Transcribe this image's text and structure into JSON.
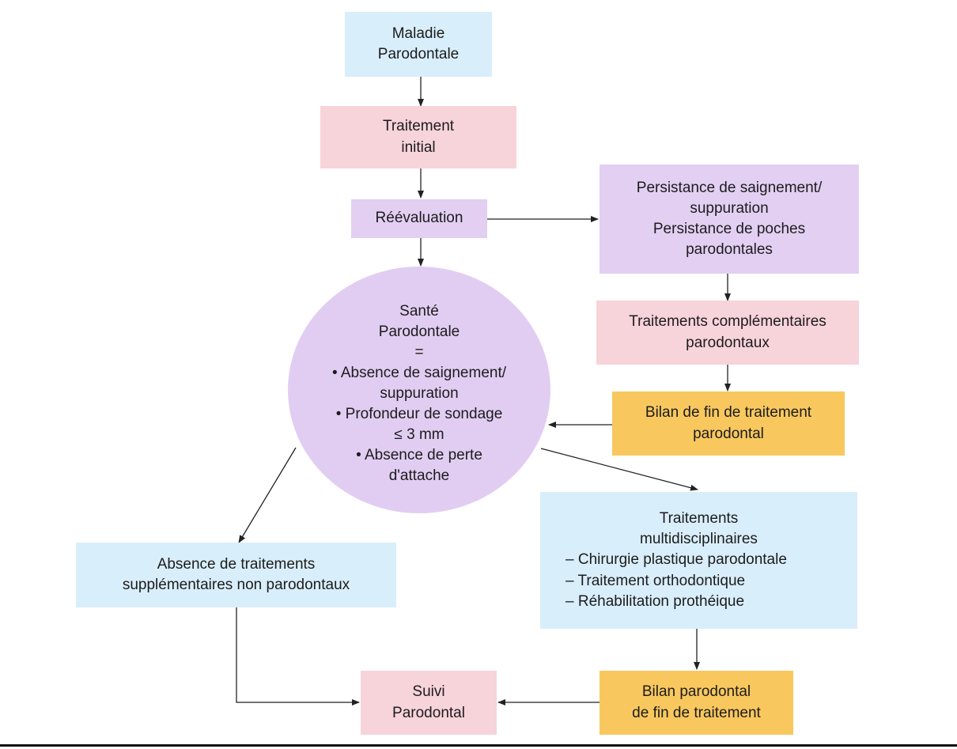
{
  "nodes": {
    "maladie": [
      "Maladie",
      "Parodontale"
    ],
    "traitement_initial": [
      "Traitement",
      "initial"
    ],
    "reevaluation": [
      "Réévaluation"
    ],
    "persistance": [
      "Persistance de saignement/",
      "suppuration",
      "Persistance de poches",
      "parodontales"
    ],
    "complementaires": [
      "Traitements complémentaires",
      "parodontaux"
    ],
    "bilan_fin": [
      "Bilan de fin de traitement",
      "parodontal"
    ],
    "sante": [
      "Santé",
      "Parodontale",
      "=",
      "• Absence de saignement/",
      "suppuration",
      "• Profondeur de sondage",
      "≤ 3 mm",
      "• Absence de perte",
      "d'attache"
    ],
    "multidisciplinaires": [
      "Traitements",
      "multidisciplinaires",
      "– Chirurgie plastique parodontale",
      "– Traitement orthodontique",
      "– Réhabilitation prothéique"
    ],
    "absence": [
      "Absence de traitements",
      "supplémentaires non parodontaux"
    ],
    "suivi": [
      "Suivi",
      "Parodontal"
    ],
    "bilan_parodontal": [
      "Bilan parodontal",
      "de fin de traitement"
    ]
  },
  "colors": {
    "blue": "#d9eefb",
    "pink": "#f7d3da",
    "purple": "#e2cff2",
    "orange": "#f8c85f",
    "arrow": "#222222"
  }
}
